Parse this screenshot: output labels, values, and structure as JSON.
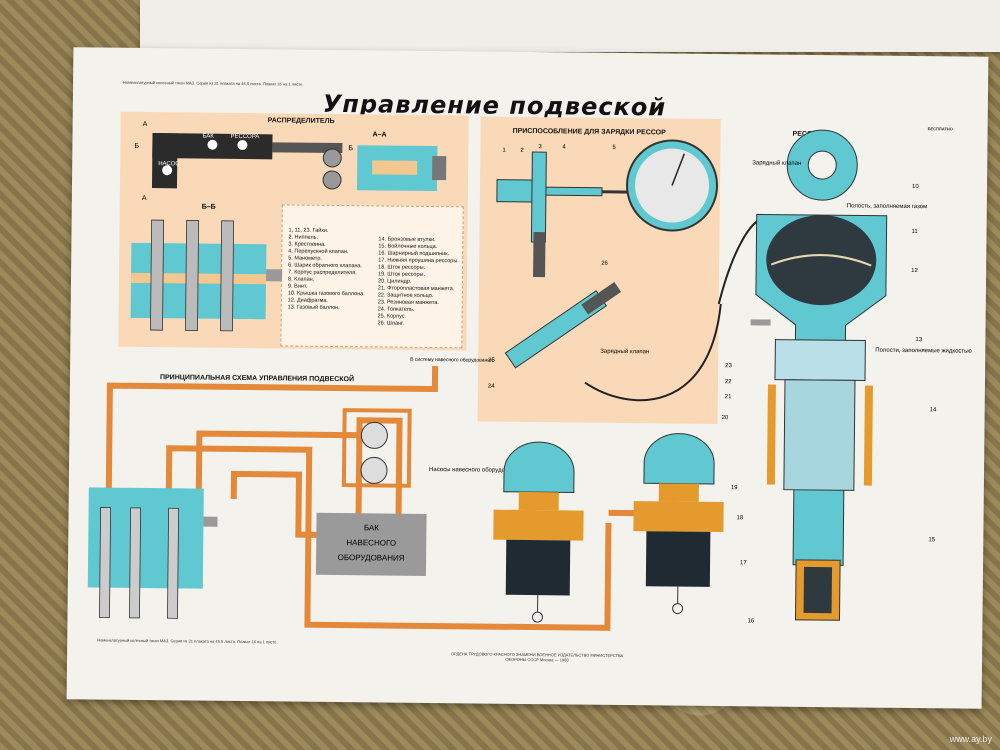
{
  "poster": {
    "title": "Управление подвеской",
    "series_note": "Номенклатурный колесный тягач МАЗ. Серия из 31 плаката на 45,5 листа. Плакат 16 на 1 листе.",
    "corner_note": "БЕСПЛАТНО",
    "sections": {
      "distributor": "РАСПРЕДЕЛИТЕЛЬ",
      "charger": "ПРИСПОСОБЛЕНИЕ ДЛЯ ЗАРЯДКИ РЕССОР",
      "spring": "РЕССОРА",
      "schematic": "ПРИНЦИПИАЛЬНАЯ СХЕМА УПРАВЛЕНИЯ ПОДВЕСКОЙ"
    },
    "distributor_labels": {
      "a": "А",
      "b": "Б",
      "section_aa": "А–А",
      "section_bb": "Б–Б",
      "pump": "НАСОС",
      "tank": "БАК",
      "spring": "РЕССОРА"
    },
    "legend_left": [
      "1, 11, 23. Гайки.",
      "2. Ниппель.",
      "3. Крестовина.",
      "4. Перепускной клапан.",
      "5. Манометр.",
      "6. Шарик обратного клапана.",
      "7. Корпус распределителя.",
      "8. Клапан.",
      "9. Винт.",
      "10. Крышка газового баллона.",
      "12. Диафрагма.",
      "13. Газовый баллон."
    ],
    "legend_right": [
      "14. Бронзовые втулки.",
      "15. Войлочные кольца.",
      "16. Шарнирный подшипник.",
      "17. Нижняя проушина рессоры.",
      "18. Шток рессоры.",
      "19. Шток рессоры.",
      "20. Цилиндр.",
      "21. Фторопластовая манжета.",
      "22. Защитное кольцо.",
      "23. Резиновая манжета.",
      "24. Толкатель.",
      "25. Корпус.",
      "26. Шланг."
    ],
    "charger_numbers": [
      "1",
      "2",
      "3",
      "4",
      "5",
      "24",
      "25",
      "26"
    ],
    "charger_valve": "Зарядный клапан",
    "spring_callouts": {
      "charging_valve": "Зарядный клапан",
      "gas_cavity": "Полость, заполняемая газом",
      "liquid_cavity": "Полости, заполняемые жидкостью",
      "numbers_right": [
        "10",
        "11",
        "12",
        "13",
        "14",
        "15",
        "16"
      ],
      "numbers_left": [
        "23",
        "22",
        "21",
        "20",
        "19",
        "18",
        "17"
      ]
    },
    "schematic_labels": {
      "to_equipment": "В систему навесного оборудования",
      "pumps": "Насосы навесного оборудования",
      "tank_line1": "БАК",
      "tank_line2": "НАВЕСНОГО",
      "tank_line3": "ОБОРУДОВАНИЯ"
    },
    "imprint_center": "ОРДЕНА ТРУДОВОГО КРАСНОГО ЗНАМЕНИ ВОЕННОЕ ИЗДАТЕЛЬСТВО МИНИСТЕРСТВА ОБОРОНЫ СССР Москва — 1983",
    "watermark": "www.ay.by"
  }
}
